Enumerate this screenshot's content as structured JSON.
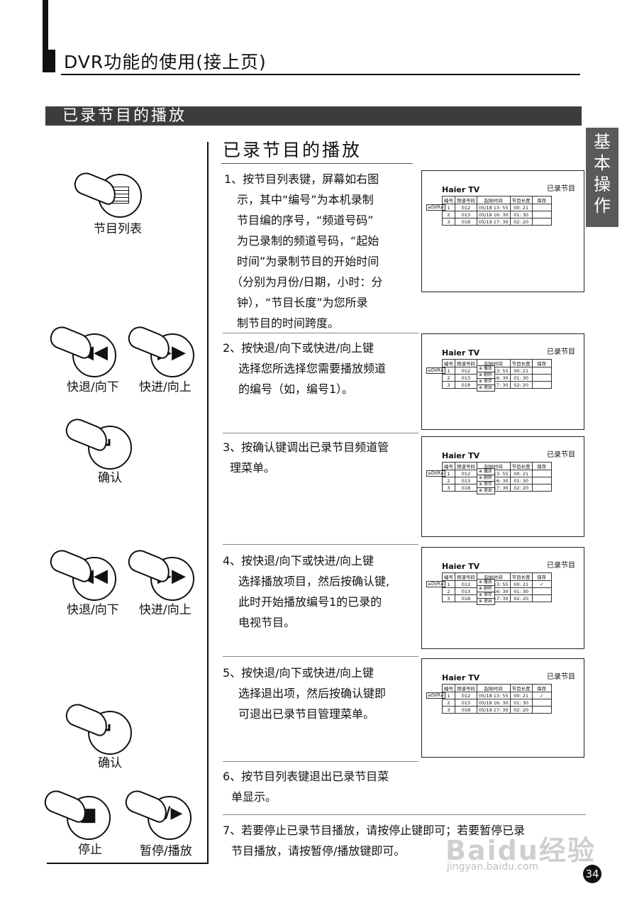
{
  "header": {
    "title": "DVR功能的使用(接上页)"
  },
  "section": {
    "title": "已录节目的播放"
  },
  "side_tab": {
    "text": "基本操作"
  },
  "subtitle": "已录节目的播放",
  "steps": [
    {
      "lines": [
        "1、按节目列表键，屏幕如右图",
        "示，其中“编号”为本机录制",
        "节目编的序号，“频道号码”",
        "为已录制的频道号码，“起始",
        "时间”为录制节目的开始时间",
        "（分别为月份/日期，小时：分",
        "钟），“节目长度”为您所录",
        "制节目的时间跨度。"
      ]
    },
    {
      "lines": [
        "2、按快退/向下或快进/向上键",
        "选择您所选择您需要播放频道",
        "的编号（如，编号1）。"
      ]
    },
    {
      "lines": [
        "3、按确认键调出已录节目频道管",
        "理菜单。"
      ]
    },
    {
      "lines": [
        "4、按快退/向下或快进/向上键",
        "选择播放项目，然后按确认键,",
        "此时开始播放编号1的已录的",
        "电视节目。"
      ]
    },
    {
      "lines": [
        "5、按快退/向下或快进/向上键",
        "选择退出项，然后按确认键即",
        "可退出已录节目管理菜单。"
      ]
    },
    {
      "lines": [
        "6、按节目列表键退出已录节目菜",
        "单显示。"
      ]
    },
    {
      "lines": [
        "7、若要停止已录节目播放，请按停止键即可；若要暂停已录",
        "节目播放，请按暂停/播放键即可。"
      ]
    }
  ],
  "buttons": {
    "program_list": "节目列表",
    "rewind": "快退/向下",
    "forward": "快进/向上",
    "ok": "确认",
    "stop": "停止",
    "pause_play": "暂停/播放"
  },
  "screen": {
    "brand": "Haier TV",
    "title": "已录节目",
    "dvr": "≡DVR≡",
    "columns": [
      "编号",
      "频道号码",
      "起始时间",
      "节目长度",
      "保存"
    ],
    "rows": [
      [
        "1",
        "012",
        "05/18 13: 55",
        "00: 21",
        ""
      ],
      [
        "2",
        "013",
        "05/18 16: 30",
        "01: 30",
        ""
      ],
      [
        "3",
        "018",
        "05/19 17: 30",
        "02: 20",
        ""
      ]
    ],
    "menu": [
      "⊕ 播放",
      "⊕ 删除",
      "⊕ 保存",
      "⊕ 退出"
    ],
    "check": "✓"
  },
  "page_number": "34",
  "watermark": {
    "logo": "Baidu经验",
    "url": "jingyan.baidu.com"
  }
}
